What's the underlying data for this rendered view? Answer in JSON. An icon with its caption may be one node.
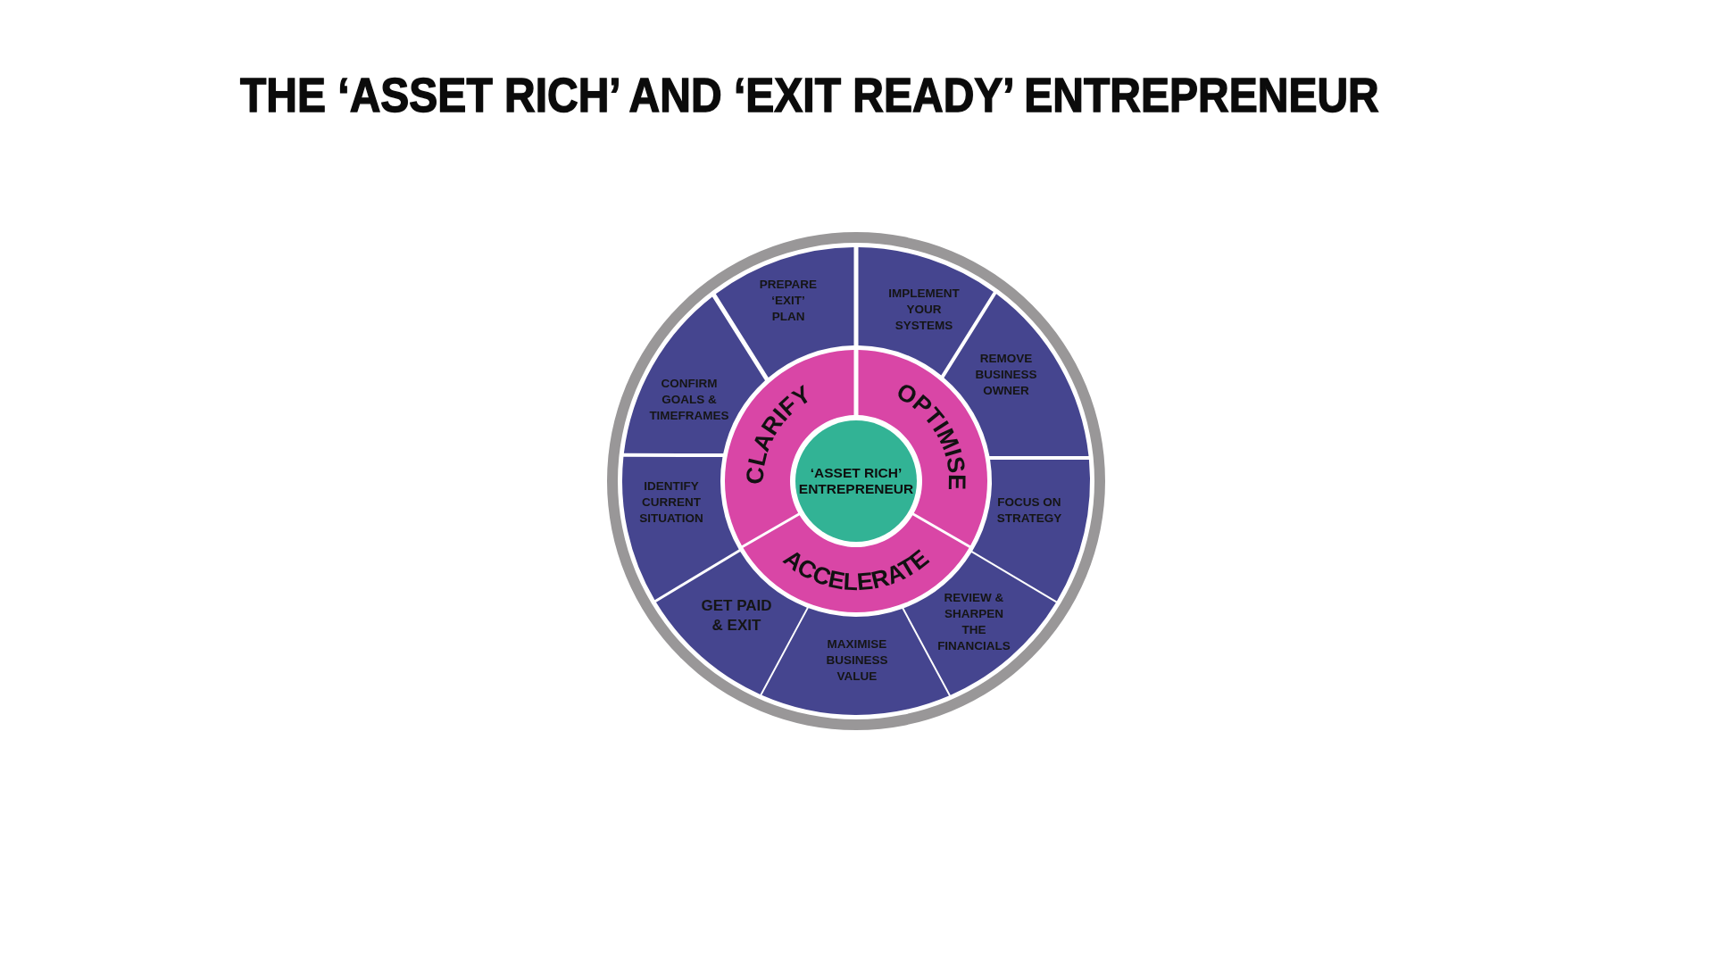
{
  "diagram": {
    "title": "THE ‘ASSET RICH’ AND ‘EXIT READY’ ENTREPRENEUR",
    "nodes": [
      {
        "text": [
          "‘ASSET RICH’ ENTREPRENEUR"
        ]
      },
      {
        "text": [
          "CLARIFY"
        ]
      },
      {
        "text": [
          "OPTIMISE"
        ]
      },
      {
        "text": [
          "ACCELERATE"
        ]
      },
      {
        "text": [
          "IDENTIFY CURRENT SITUATION"
        ]
      },
      {
        "text": [
          "CONFIRM GOALS & TIMEFRAMES"
        ]
      },
      {
        "text": [
          "PREPARE ‘EXIT’ PLAN"
        ]
      },
      {
        "text": [
          "IMPLEMENT YOUR SYSTEMS"
        ]
      },
      {
        "text": [
          "REMOVE BUSINESS OWNER"
        ]
      },
      {
        "text": [
          "FOCUS ON STRATEGY"
        ]
      },
      {
        "text": [
          "REVIEW & SHARPEN THE FINANCIALS"
        ]
      },
      {
        "text": [
          "MAXIMISE BUSINESS VALUE"
        ]
      },
      {
        "text": [
          "GET PAID & EXIT"
        ]
      }
    ]
  }
}
